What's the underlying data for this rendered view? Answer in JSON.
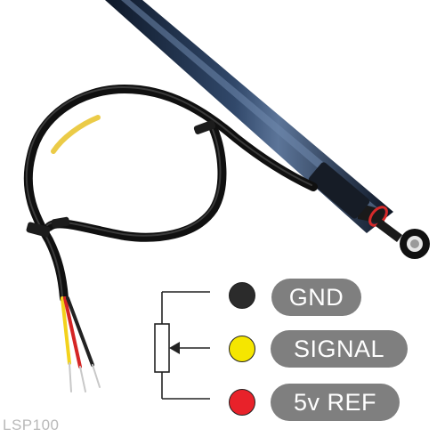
{
  "product": {
    "model": "LSP100"
  },
  "pins": [
    {
      "label": "GND",
      "color": "#2b2b2b"
    },
    {
      "label": "SIGNAL",
      "color": "#f5e600"
    },
    {
      "label": "5v REF",
      "color": "#e8222a"
    }
  ],
  "colors": {
    "pill_background": "#7f7f7f",
    "pill_text": "#ffffff",
    "sensor_body": "#1d2c45",
    "cable": "#141414",
    "red_ring": "#d62a2a"
  },
  "icons": [
    "potentiometer-schematic-icon",
    "arrow-icon"
  ]
}
